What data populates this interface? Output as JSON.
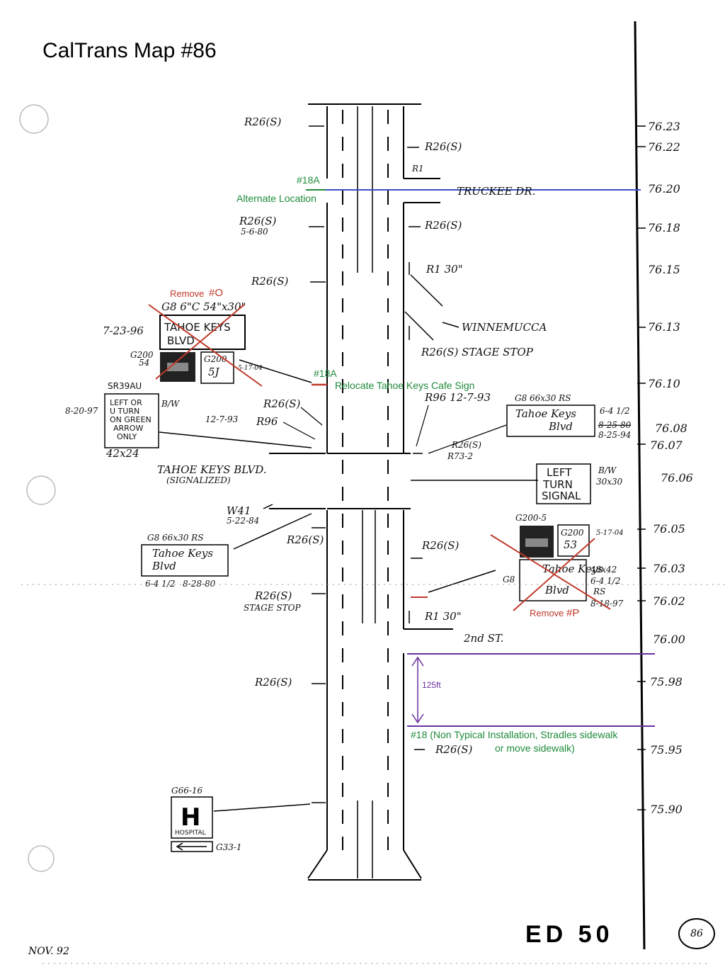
{
  "title": "CalTrans Map #86",
  "footer": {
    "code": "ED 50",
    "date": "NOV. 92",
    "page": "86"
  },
  "mileposts": [
    "76.23",
    "76.22",
    "76.20",
    "76.18",
    "76.15",
    "76.13",
    "76.10",
    "76.08",
    "76.07",
    "76.06",
    "76.05",
    "76.03",
    "76.02",
    "76.00",
    "75.98",
    "75.95",
    "75.90"
  ],
  "streets": {
    "truckee": "TRUCKEE DR.",
    "winnemucca": "WINNEMUCCA",
    "tahoe_keys": "TAHOE KEYS BLVD.",
    "signalized": "(SIGNALIZED)",
    "second": "2nd ST."
  },
  "handwritten": {
    "r26s": "R26(S)",
    "r26s_date": "5-6-80",
    "r1": "R1",
    "r1_30": "R1 30\"",
    "r26_stage_stop": "R26(S) STAGE STOP",
    "stage_stop": "STAGE STOP",
    "r96": "R96",
    "r96_date": "12-7-93",
    "r96_right": "R96 12-7-93",
    "r73": "R73-2",
    "w41": "W41",
    "w41_date": "5-22-84",
    "g8_top": "G8 6\"C 54\"x30\"",
    "g8_date": "7-23-96",
    "g8_right": "G8 66x30 RS",
    "g8_right_size": "6-4 1/2",
    "g8_right_date1": "8-25-80",
    "g8_right_date2": "8-25-94",
    "g8_left": "G8 66x30 RS",
    "g8_left_size": "6-4 1/2",
    "g8_left_date": "8-28-80",
    "sr39au": "SR39AU",
    "bw": "B/W",
    "lturn_date": "8-20-97",
    "lturn_size": "42x24",
    "left_signal_size": "30x30",
    "g200_top": "G200",
    "g200_top_sub": "54",
    "g200_5j": "5J",
    "g200_top_date": "5-17-04",
    "g200_right": "G200-5",
    "g200_53": "53",
    "g200_right_date": "5-17-04",
    "g8_lower": "G8",
    "lower_size": "48x42",
    "lower_size2": "6-4 1/2",
    "lower_rs": "RS",
    "lower_date": "8-18-97",
    "g66": "G66-16",
    "g33": "G33-1"
  },
  "signs": {
    "tahoe_keys_line1": "TAHOE KEYS",
    "tahoe_keys_line2": "BLVD",
    "tahoe_keys_title": "Tahoe Keys",
    "tahoe_keys_blvd": "Blvd",
    "left_turn": [
      "LEFT OR",
      "U TURN",
      "ON GREEN",
      "ARROW",
      "ONLY"
    ],
    "left_turn_signal": [
      "LEFT",
      "TURN",
      "SIGNAL"
    ],
    "hospital_letter": "H",
    "hospital": "HOSPITAL"
  },
  "annotations": {
    "alt_id": "#18A",
    "alt_text": "Alternate Location",
    "relocate_id": "#18A",
    "relocate_text": "Relocate Tahoe Keys Cafe Sign",
    "remove_o_word": "Remove",
    "remove_o_id": "#O",
    "remove_p_word": "Remove",
    "remove_p_id": "#P",
    "distance": "125ft",
    "install_text": "#18 (Non Typical Installation, Stradles sidewalk",
    "install_text2": "or move sidewalk)"
  },
  "colors": {
    "green": "#1e8a3a",
    "red": "#c0392b",
    "blue": "#3a4fc9",
    "purple": "#6a2fa0"
  }
}
